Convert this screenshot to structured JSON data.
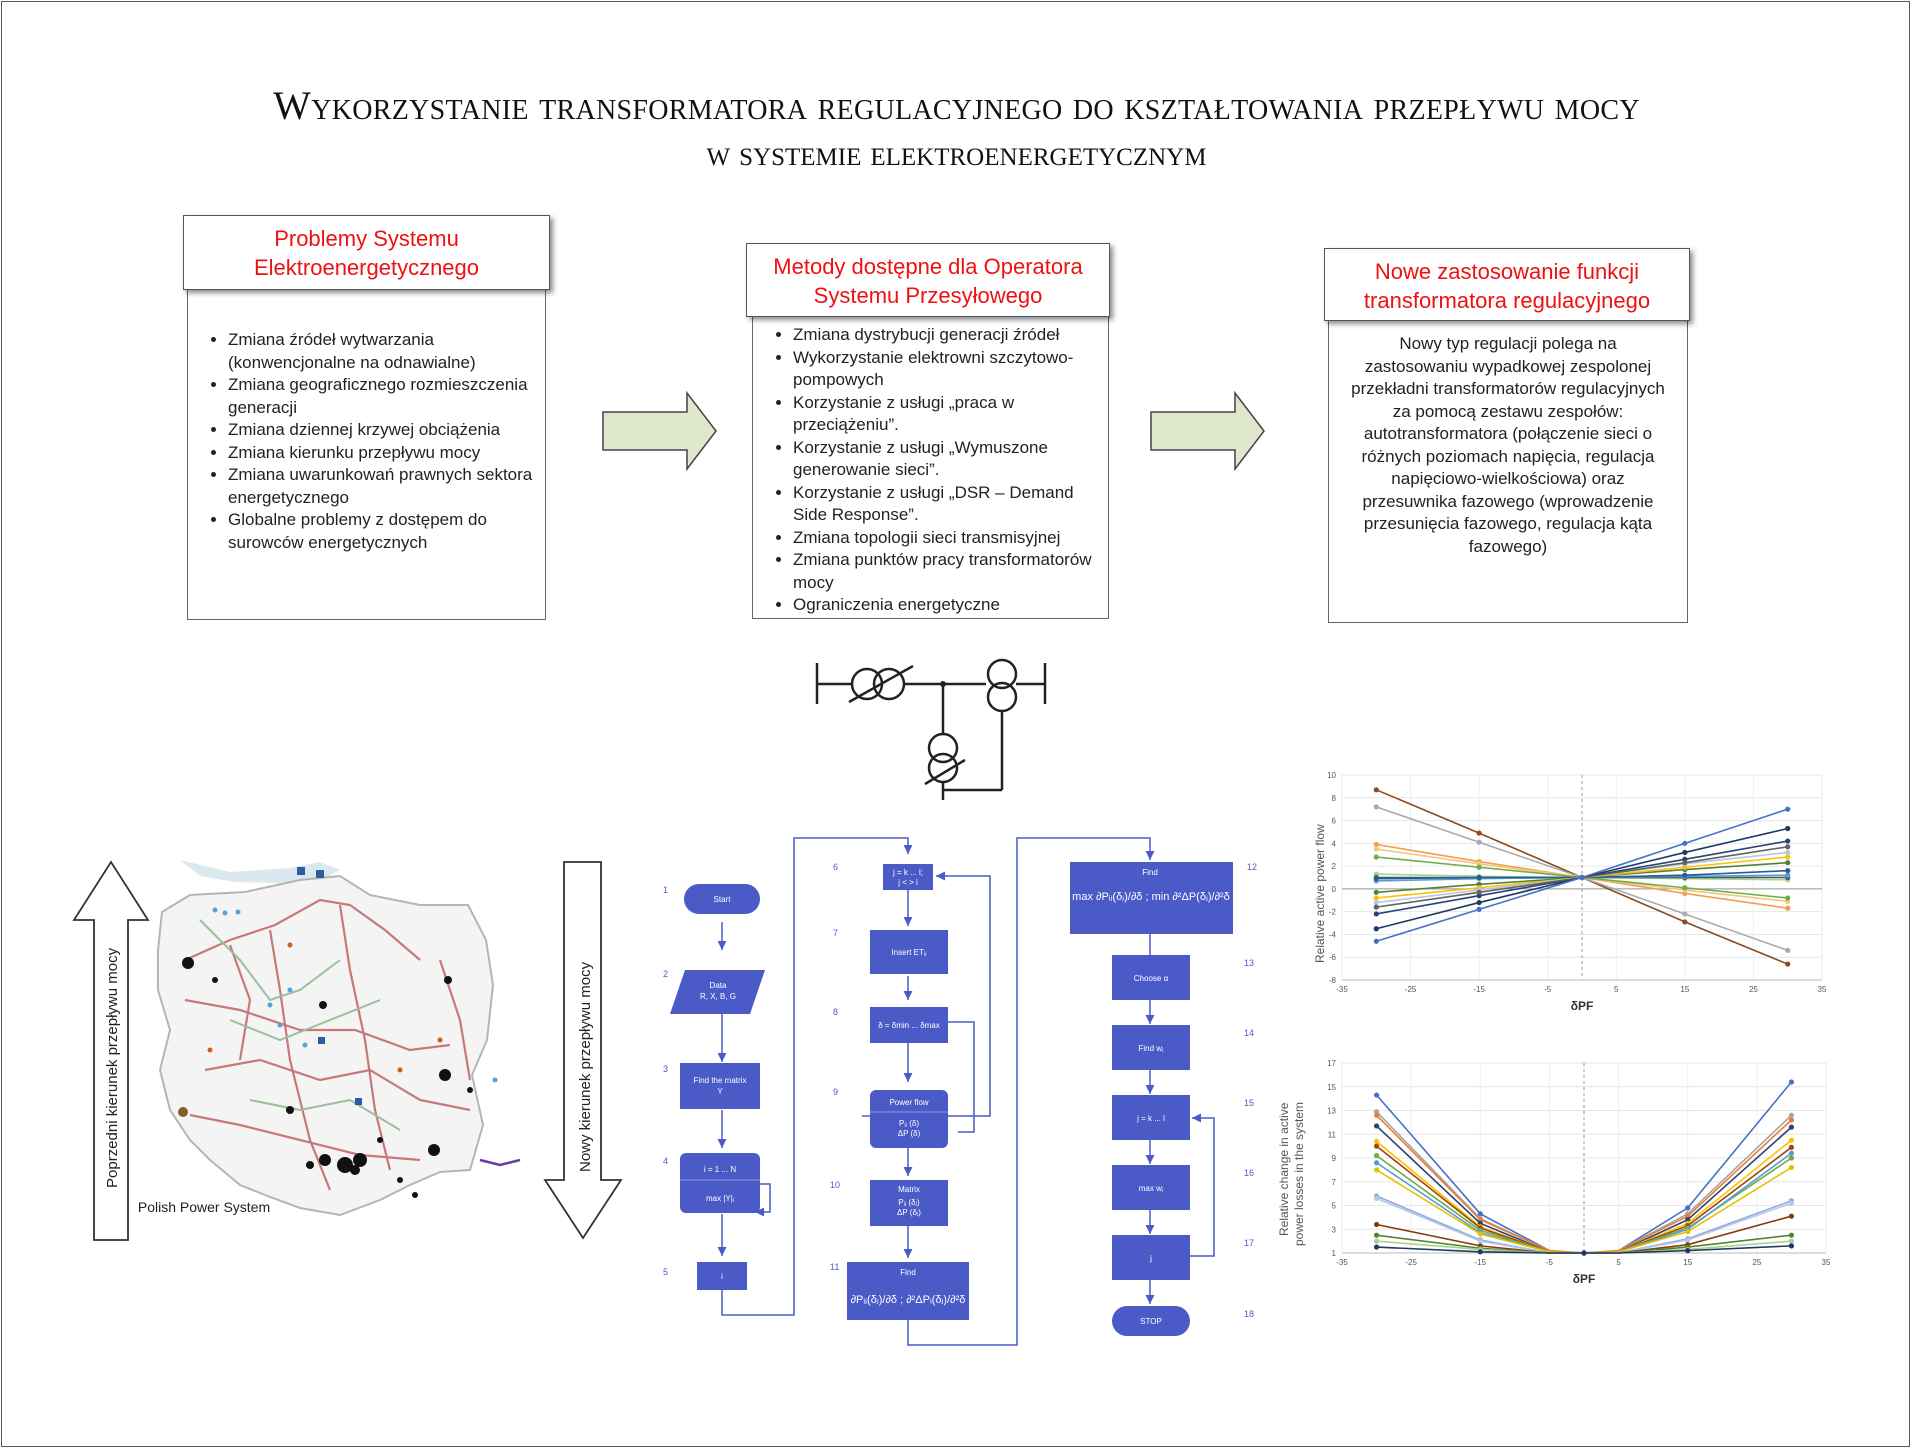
{
  "title": {
    "line1": "Wykorzystanie transformatora regulacyjnego do kształtowania przepływu mocy",
    "line2": "w systemie elektroenergetycznym"
  },
  "panel1": {
    "heading": "Problemy Systemu Elektroenergetycznego",
    "items": [
      "Zmiana źródeł wytwarzania (konwencjonalne na odnawialne)",
      "Zmiana geograficznego rozmieszczenia generacji",
      "Zmiana dziennej krzywej obciążenia",
      "Zmiana kierunku przepływu mocy",
      "Zmiana uwarunkowań prawnych sektora energetycznego",
      "Globalne problemy z dostępem do surowców energetycznych"
    ]
  },
  "panel2": {
    "heading": "Metody dostępne dla Operatora Systemu Przesyłowego",
    "items": [
      "Zmiana dystrybucji generacji źródeł",
      "Wykorzystanie elektrowni szczytowo-pompowych",
      "Korzystanie z usługi „praca w przeciążeniu”.",
      "Korzystanie z usługi „Wymuszone generowanie sieci”.",
      "Korzystanie z usługi „DSR – Demand Side Response”.",
      "Zmiana topologii sieci transmisyjnej",
      "Zmiana punktów pracy transformatorów mocy",
      "Ograniczenia energetyczne"
    ]
  },
  "panel3": {
    "heading": "Nowe zastosowanie funkcji transformatora regulacyjnego",
    "text": "Nowy typ regulacji polega na zastosowaniu wypadkowej zespolonej przekładni transformatorów regulacyjnych za pomocą zestawu zespołów: autotransformatora (połączenie sieci o różnych poziomach napięcia, regulacja napięciowo-wielkościowa) oraz przesuwnika fazowego (wprowadzenie przesunięcia fazowego, regulacja kąta fazowego)"
  },
  "map": {
    "left_arrow": "Poprzedni kierunek przepływu mocy",
    "right_arrow": "Nowy kierunek przepływu mocy",
    "label": "Polish Power System"
  },
  "flowchart": {
    "steps": [
      {
        "n": "1",
        "text": "Start"
      },
      {
        "n": "2",
        "text": "Data\nR, X, B, G"
      },
      {
        "n": "3",
        "text": "Find the matrix\nY"
      },
      {
        "n": "4",
        "text": "i = 1 ... N\nmax |Y|ᵢ"
      },
      {
        "n": "5",
        "text": "i"
      },
      {
        "n": "6",
        "text": "j = k ... l;\nj < > i"
      },
      {
        "n": "7",
        "text": "Insert ETᵢⱼ"
      },
      {
        "n": "8",
        "text": "δ = δmin ... δmax"
      },
      {
        "n": "9",
        "text": "Power flow\nPᵢⱼ (δ)\nΔP (δ)"
      },
      {
        "n": "10",
        "text": "Matrix\nPᵢⱼ (δⱼ)\nΔP (δⱼ)"
      },
      {
        "n": "11",
        "text": "Find"
      },
      {
        "n": "12",
        "text": "Find"
      },
      {
        "n": "13",
        "text": "Choose α"
      },
      {
        "n": "14",
        "text": "Find wⱼ"
      },
      {
        "n": "15",
        "text": "j = k ... l"
      },
      {
        "n": "16",
        "text": "max wⱼ"
      },
      {
        "n": "17",
        "text": "j"
      },
      {
        "n": "18",
        "text": "STOP"
      }
    ]
  },
  "chart_data": [
    {
      "type": "line",
      "ylabel": "Relative active power flow",
      "xlabel": "δPF",
      "xlim": [
        -35,
        35
      ],
      "ylim": [
        -8,
        10
      ],
      "xticks": [
        -35,
        -25,
        -15,
        -5,
        5,
        15,
        25,
        35
      ],
      "yticks": [
        -8,
        -6,
        -4,
        -2,
        0,
        2,
        4,
        6,
        8,
        10
      ],
      "x": [
        -30,
        -15,
        0,
        15,
        30
      ],
      "series": [
        {
          "color": "#8a4a1e",
          "values": [
            8.7,
            4.9,
            1.0,
            -2.9,
            -6.6
          ]
        },
        {
          "color": "#aaaaaa",
          "values": [
            7.2,
            4.1,
            1.0,
            -2.2,
            -5.4
          ]
        },
        {
          "color": "#f0a050",
          "values": [
            3.9,
            2.4,
            1.0,
            -0.4,
            -1.7
          ]
        },
        {
          "color": "#f2c880",
          "values": [
            3.5,
            2.2,
            1.0,
            -0.1,
            -1.1
          ]
        },
        {
          "color": "#70ad47",
          "values": [
            2.8,
            1.9,
            1.0,
            0.1,
            -0.8
          ]
        },
        {
          "color": "#a9d18e",
          "values": [
            1.3,
            1.1,
            1.0,
            0.9,
            0.8
          ]
        },
        {
          "color": "#44546a",
          "values": [
            1.0,
            1.0,
            1.0,
            1.0,
            1.0
          ]
        },
        {
          "color": "#5b9bd5",
          "values": [
            0.7,
            0.9,
            1.0,
            1.1,
            1.2
          ]
        },
        {
          "color": "#255e91",
          "values": [
            0.9,
            1.0,
            1.0,
            1.2,
            1.6
          ]
        },
        {
          "color": "#548235",
          "values": [
            -0.3,
            0.4,
            1.0,
            1.7,
            2.3
          ]
        },
        {
          "color": "#ffc000",
          "values": [
            -0.8,
            0.1,
            1.0,
            1.9,
            2.8
          ]
        },
        {
          "color": "#b4c7e7",
          "values": [
            -1.2,
            -0.1,
            1.0,
            2.2,
            3.2
          ]
        },
        {
          "color": "#264478",
          "values": [
            -2.2,
            -0.6,
            1.0,
            2.6,
            4.2
          ]
        },
        {
          "color": "#636363",
          "values": [
            -1.6,
            -0.3,
            1.0,
            2.3,
            3.7
          ]
        },
        {
          "color": "#1f3864",
          "values": [
            -3.5,
            -1.2,
            1.0,
            3.2,
            5.3
          ]
        },
        {
          "color": "#4472c4",
          "values": [
            -4.6,
            -1.8,
            1.0,
            4.0,
            7.0
          ]
        }
      ]
    },
    {
      "type": "line",
      "ylabel": "Relative change in active power losses in the system",
      "xlabel": "δPF",
      "xlim": [
        -35,
        35
      ],
      "ylim": [
        1,
        17
      ],
      "xticks": [
        -35,
        -25,
        -15,
        -5,
        5,
        15,
        25,
        35
      ],
      "yticks": [
        1,
        3,
        5,
        7,
        9,
        11,
        13,
        15,
        17
      ],
      "x": [
        -30,
        -15,
        -5,
        0,
        5,
        15,
        30
      ],
      "series": [
        {
          "color": "#4472c4",
          "values": [
            14.3,
            4.3,
            1.2,
            1.0,
            1.2,
            4.8,
            15.4
          ]
        },
        {
          "color": "#a5a5a5",
          "values": [
            12.9,
            3.9,
            1.2,
            1.0,
            1.2,
            4.3,
            12.6
          ]
        },
        {
          "color": "#ed7d31",
          "values": [
            12.6,
            3.8,
            1.2,
            1.0,
            1.2,
            4.1,
            12.2
          ]
        },
        {
          "color": "#264478",
          "values": [
            11.7,
            3.5,
            1.1,
            1.0,
            1.1,
            3.8,
            11.6
          ]
        },
        {
          "color": "#ffc000",
          "values": [
            10.4,
            3.2,
            1.1,
            1.0,
            1.1,
            3.5,
            10.5
          ]
        },
        {
          "color": "#9e480e",
          "values": [
            10.0,
            3.1,
            1.1,
            1.0,
            1.1,
            3.3,
            9.9
          ]
        },
        {
          "color": "#70ad47",
          "values": [
            9.2,
            2.9,
            1.1,
            1.0,
            1.1,
            3.1,
            9.0
          ]
        },
        {
          "color": "#5b9bd5",
          "values": [
            8.6,
            2.7,
            1.1,
            1.0,
            1.1,
            3.0,
            9.4
          ]
        },
        {
          "color": "#e2c200",
          "values": [
            8.0,
            2.6,
            1.1,
            1.0,
            1.1,
            2.8,
            8.2
          ]
        },
        {
          "color": "#8faadc",
          "values": [
            5.8,
            2.1,
            1.0,
            1.0,
            1.0,
            2.2,
            5.4
          ]
        },
        {
          "color": "#b4c7e7",
          "values": [
            5.6,
            2.0,
            1.0,
            1.0,
            1.0,
            2.1,
            5.2
          ]
        },
        {
          "color": "#843c0c",
          "values": [
            3.4,
            1.6,
            1.0,
            1.0,
            1.0,
            1.7,
            4.1
          ]
        },
        {
          "color": "#548235",
          "values": [
            2.5,
            1.4,
            1.0,
            1.0,
            1.0,
            1.5,
            2.5
          ]
        },
        {
          "color": "#a9d18e",
          "values": [
            2.0,
            1.3,
            1.0,
            1.0,
            1.0,
            1.3,
            2.0
          ]
        },
        {
          "color": "#1f3864",
          "values": [
            1.5,
            1.1,
            1.0,
            1.0,
            1.0,
            1.2,
            1.6
          ]
        }
      ]
    }
  ]
}
